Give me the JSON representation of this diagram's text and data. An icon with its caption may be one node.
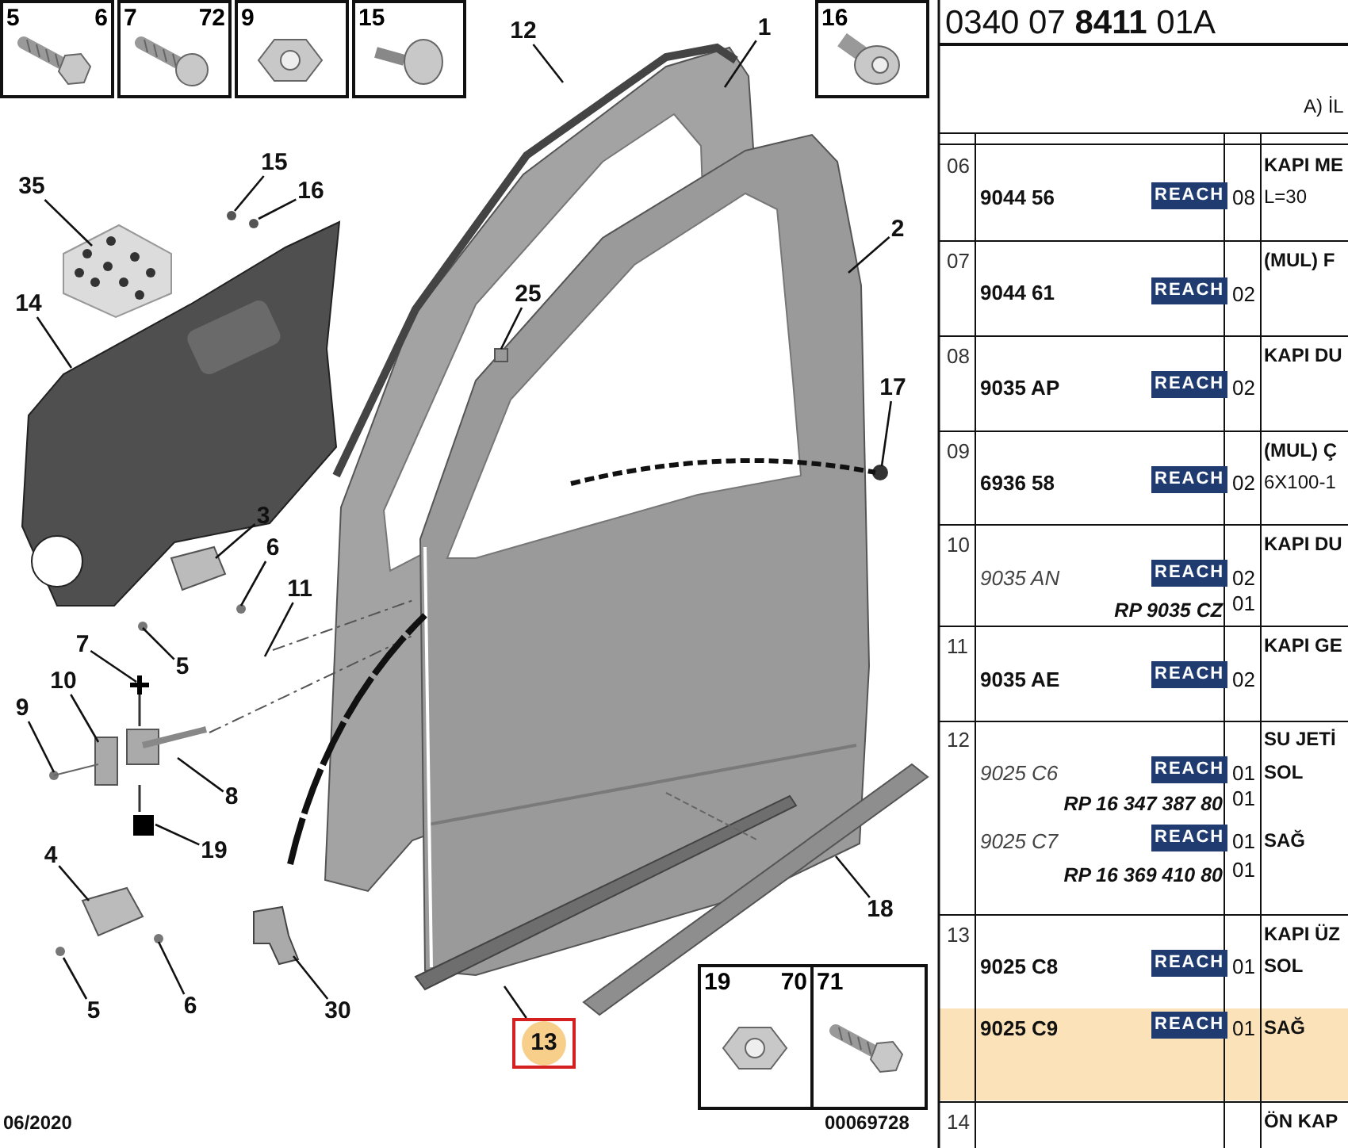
{
  "diagram": {
    "nodes": [
      {
        "text": [
          "5",
          "6"
        ]
      },
      {
        "text": [
          "7",
          "72"
        ]
      },
      {
        "text": [
          "9"
        ]
      },
      {
        "text": [
          "15"
        ]
      },
      {
        "text": [
          "16"
        ]
      },
      {
        "text": [
          "12"
        ]
      },
      {
        "text": [
          "1"
        ]
      },
      {
        "text": [
          "35"
        ]
      },
      {
        "text": [
          "15"
        ]
      },
      {
        "text": [
          "16"
        ]
      },
      {
        "text": [
          "2"
        ]
      },
      {
        "text": [
          "25"
        ]
      },
      {
        "text": [
          "14"
        ]
      },
      {
        "text": [
          "17"
        ]
      },
      {
        "text": [
          "3"
        ]
      },
      {
        "text": [
          "6"
        ]
      },
      {
        "text": [
          "11"
        ]
      },
      {
        "text": [
          "7"
        ]
      },
      {
        "text": [
          "5"
        ]
      },
      {
        "text": [
          "10"
        ]
      },
      {
        "text": [
          "9"
        ]
      },
      {
        "text": [
          "8"
        ]
      },
      {
        "text": [
          "19"
        ]
      },
      {
        "text": [
          "4"
        ]
      },
      {
        "text": [
          "5"
        ]
      },
      {
        "text": [
          "6"
        ]
      },
      {
        "text": [
          "30"
        ]
      },
      {
        "text": [
          "18"
        ]
      },
      {
        "text": [
          "13"
        ]
      },
      {
        "text": [
          "19",
          "70"
        ]
      },
      {
        "text": [
          "71"
        ]
      }
    ],
    "edges": [
      {
        "from": 5,
        "to": null,
        "arrow": "none"
      },
      {
        "from": 6,
        "to": null,
        "arrow": "none"
      },
      {
        "from": 7,
        "to": null,
        "arrow": "none"
      },
      {
        "from": 8,
        "to": null,
        "arrow": "none"
      },
      {
        "from": 9,
        "to": null,
        "arrow": "none"
      },
      {
        "from": 10,
        "to": null,
        "arrow": "none"
      },
      {
        "from": 11,
        "to": null,
        "arrow": "none"
      },
      {
        "from": 12,
        "to": null,
        "arrow": "none"
      },
      {
        "from": 13,
        "to": null,
        "arrow": "none"
      },
      {
        "from": 14,
        "to": null,
        "arrow": "none"
      },
      {
        "from": 15,
        "to": null,
        "arrow": "none"
      },
      {
        "from": 16,
        "to": null,
        "arrow": "none"
      },
      {
        "from": 17,
        "to": null,
        "arrow": "none"
      },
      {
        "from": 18,
        "to": null,
        "arrow": "none"
      },
      {
        "from": 19,
        "to": null,
        "arrow": "none"
      },
      {
        "from": 20,
        "to": null,
        "arrow": "none"
      },
      {
        "from": 21,
        "to": null,
        "arrow": "none"
      },
      {
        "from": 22,
        "to": null,
        "arrow": "none"
      },
      {
        "from": 23,
        "to": null,
        "arrow": "none"
      },
      {
        "from": 24,
        "to": null,
        "arrow": "none"
      },
      {
        "from": 25,
        "to": null,
        "arrow": "none"
      },
      {
        "from": 26,
        "to": null,
        "arrow": "none"
      },
      {
        "from": 27,
        "to": null,
        "arrow": "none"
      },
      {
        "from": 28,
        "to": null,
        "arrow": "none"
      }
    ],
    "labels": [
      "0340 07 **8411** 01A",
      "A) İL",
      "06",
      "KAPI ME",
      "9044 56",
      "REACH",
      "08",
      "L=30",
      "07",
      "(MUL) F",
      "9044 61",
      "REACH",
      "02",
      "08",
      "KAPI DU",
      "9035 AP",
      "REACH",
      "02",
      "09",
      "(MUL) Ç",
      "6936 58",
      "REACH",
      "02",
      "6X100-1",
      "10",
      "KAPI DU",
      "9035 AN",
      "REACH",
      "02",
      "RP 9035 CZ",
      "01",
      "11",
      "KAPI GE",
      "9035 AE",
      "REACH",
      "02",
      "12",
      "SU JETİ",
      "9025 C6",
      "REACH",
      "01",
      "SOL",
      "RP 16 347 387 80",
      "01",
      "9025 C7",
      "REACH",
      "01",
      "SAĞ",
      "RP 16 369 410 80",
      "01",
      "13",
      "KAPI ÜZ",
      "9025 C8",
      "REACH",
      "01",
      "SOL",
      "9025 C9",
      "REACH",
      "01",
      "SAĞ",
      "06/2020",
      "00069728",
      "14",
      "ÖN KAP"
    ]
  }
}
